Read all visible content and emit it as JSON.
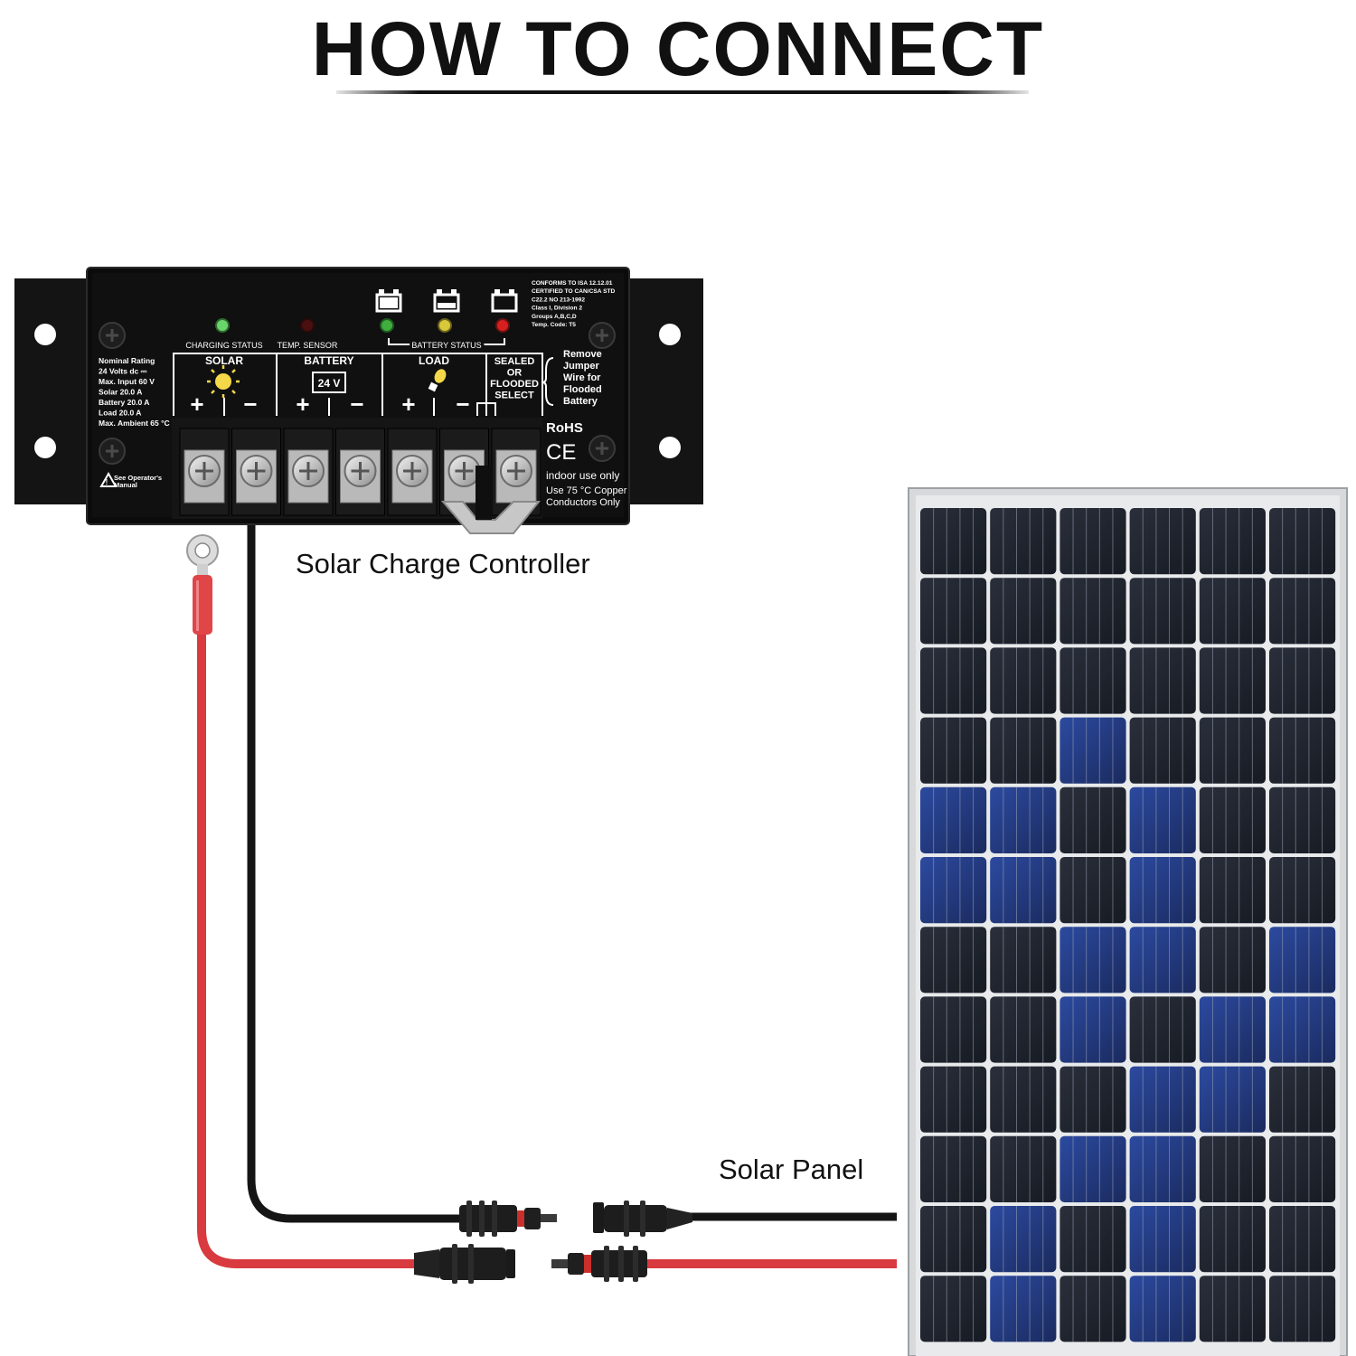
{
  "title": "HOW TO CONNECT",
  "labels": {
    "controller": "Solar Charge Controller",
    "panel": "Solar Panel"
  },
  "controller": {
    "rating_lines": [
      "Nominal Rating",
      "24 Volts dc ⎓",
      "Max. Input  60 V",
      "Solar  20.0 A",
      "Battery 20.0 A",
      "Load 20.0 A",
      "Max. Ambient  65 °C"
    ],
    "charging_status": "CHARGING STATUS",
    "temp_sensor": "TEMP. SENSOR",
    "battery_status": "BATTERY STATUS",
    "solar": "SOLAR",
    "battery": "BATTERY",
    "battery_voltage": "24 V",
    "load": "LOAD",
    "select_lines": [
      "SEALED",
      "OR",
      "FLOODED",
      "SELECT"
    ],
    "jumper_lines": [
      "Remove",
      "Jumper",
      "Wire for",
      "Flooded",
      "Battery"
    ],
    "cert_lines": [
      "CONFORMS TO ISA 12.12.01",
      "CERTIFIED TO CAN/CSA STD",
      "C22.2 NO 213-1992",
      "Class I, Division 2",
      "Groups A,B,C,D",
      "Temp. Code: T5"
    ],
    "rohs": "RoHS",
    "ce": "CE",
    "indoor": "indoor use only",
    "copper_lines": [
      "Use 75 °C Copper",
      "Conductors Only"
    ],
    "manual_lines": [
      "See Operator's",
      "Manual"
    ],
    "plus": "+",
    "minus": "−"
  },
  "colors": {
    "red_wire": "#d83a3f",
    "black_wire": "#151515",
    "panel_frame": "#c9cbcc",
    "cell": "#1f2430",
    "cell_blue": "#233a82"
  },
  "panel_grid": {
    "columns": 6,
    "rows": 12
  }
}
